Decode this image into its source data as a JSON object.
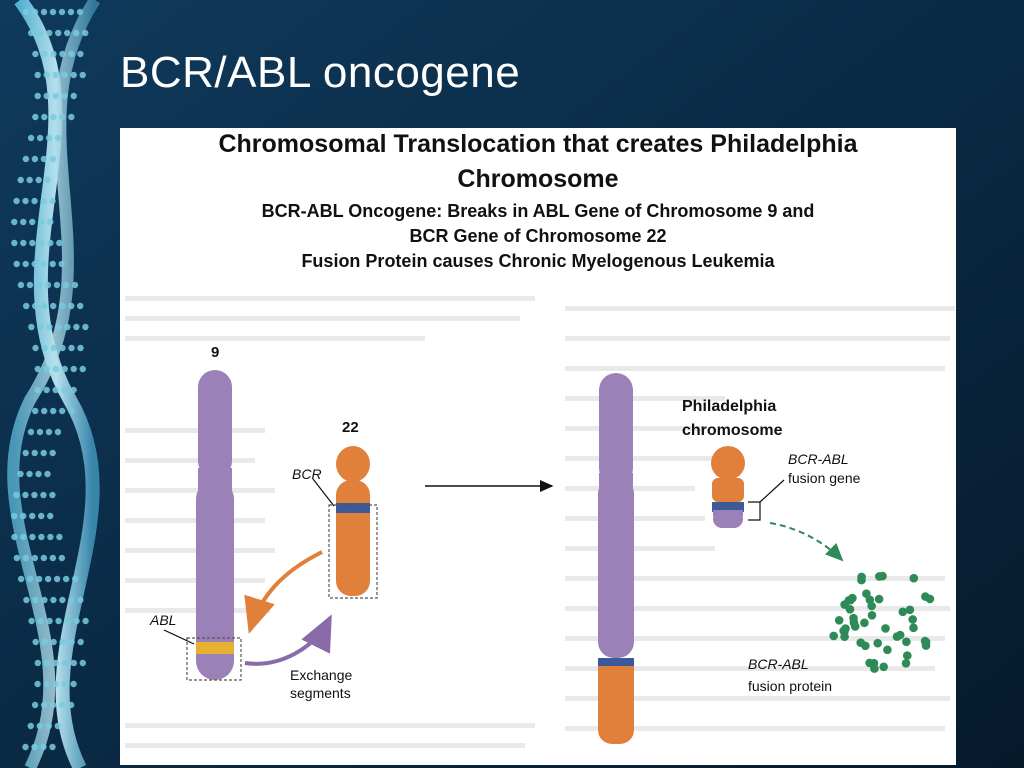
{
  "slide": {
    "title": "BCR/ABL oncogene",
    "colors": {
      "background": "#0b2a45",
      "title_text": "#ffffff",
      "dna_beads": "#7fd3e8"
    }
  },
  "figure": {
    "title_line1": "Chromosomal Translocation that creates Philadelphia",
    "title_line2": "Chromosome",
    "subtitle_line1": "BCR-ABL Oncogene: Breaks in ABL Gene of Chromosome 9 and",
    "subtitle_line2": "BCR Gene of Chromosome 22",
    "subtitle_line3": "Fusion Protein causes Chronic Myelogenous Leukemia",
    "labels": {
      "chromosome_9": "9",
      "chromosome_22": "22",
      "bcr": "BCR",
      "abl": "ABL",
      "exchange_line1": "Exchange",
      "exchange_line2": "segments",
      "philadelphia_line1": "Philadelphia",
      "philadelphia_line2": "chromosome",
      "fusion_gene_line1": "BCR-ABL",
      "fusion_gene_line2": "fusion gene",
      "fusion_protein_line1": "BCR-ABL",
      "fusion_protein_line2": "fusion protein"
    },
    "colors": {
      "chromosome_9": "#9a82b8",
      "chromosome_22": "#e0803a",
      "bcr_band": "#3a5a9a",
      "abl_band": "#e8b030",
      "protein_dots": "#2e8b57",
      "arrow_orange": "#e0803a",
      "arrow_purple": "#8a6aa8"
    }
  }
}
